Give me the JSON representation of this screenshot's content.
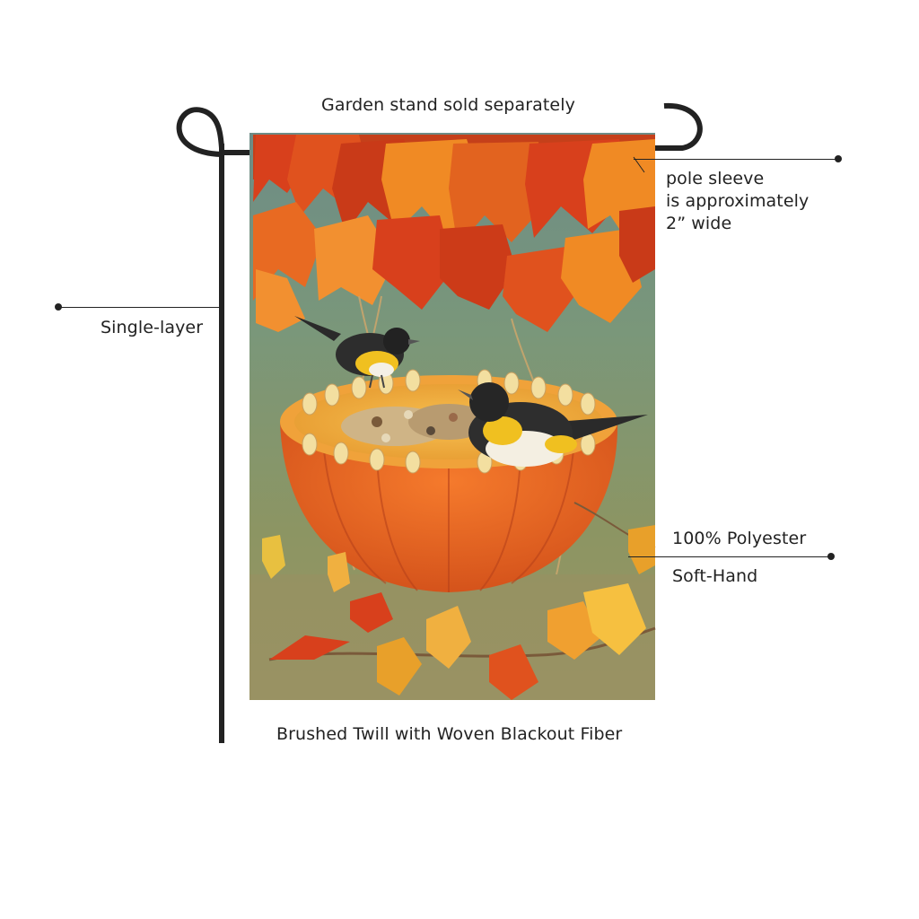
{
  "callouts": {
    "stand_note": "Garden stand sold separately",
    "sleeve_line1": "pole sleeve",
    "sleeve_line2": "is approximately",
    "sleeve_line3": "2” wide",
    "layer": "Single-layer",
    "material": "100% Polyester",
    "hand": "Soft-Hand",
    "fabric": "Brushed Twill with Woven Blackout Fiber"
  },
  "artwork": {
    "subject": "two warblers on a pumpkin bird feeder among autumn maple leaves",
    "colors": {
      "pumpkin": "#e8641e",
      "leaf_red": "#d8401c",
      "leaf_orange": "#f08a24",
      "background_green": "#7f9567",
      "stand": "#222222"
    }
  }
}
